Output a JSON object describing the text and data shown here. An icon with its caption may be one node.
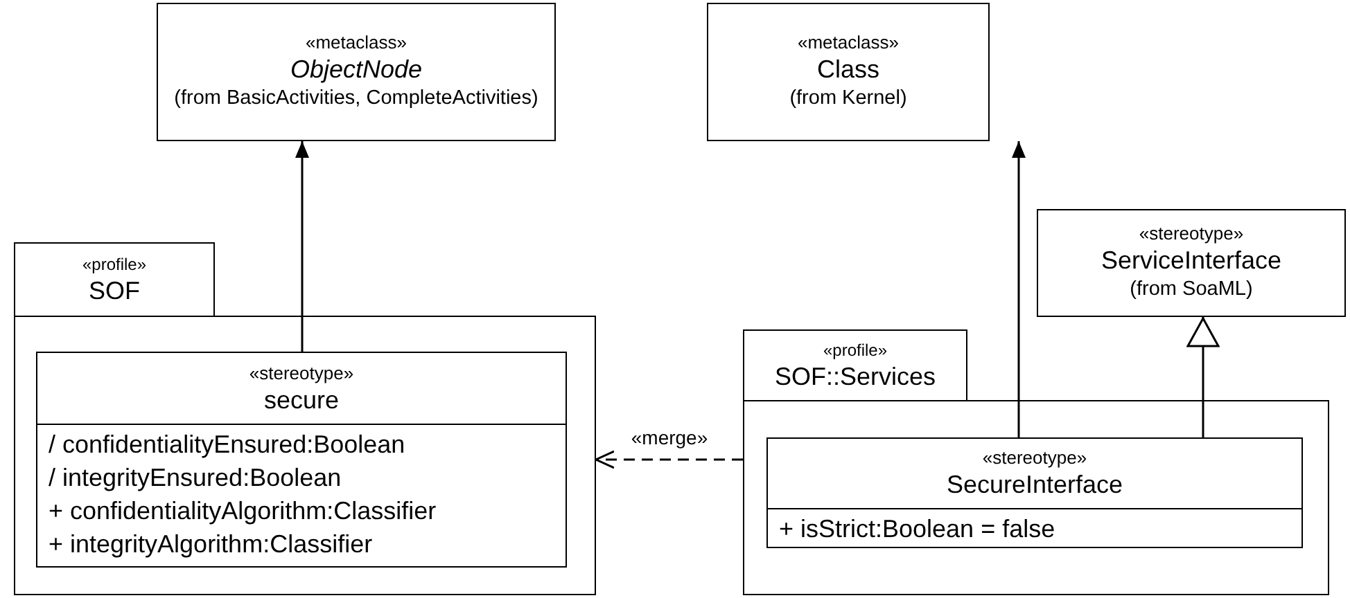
{
  "diagram": {
    "nodes": [
      {
        "text": [
          "«metaclass»",
          "ObjectNode",
          "(from BasicActivities, CompleteActivities)"
        ]
      },
      {
        "text": [
          "«metaclass»",
          "Class",
          "(from Kernel)"
        ]
      },
      {
        "text": [
          "«profile»",
          "SOF"
        ]
      },
      {
        "in": 2,
        "text": [
          "«stereotype»",
          "secure",
          "/ confidentialityEnsured:Boolean",
          "/ integrityEnsured:Boolean",
          "+ confidentialityAlgorithm:Classifier",
          "+ integrityAlgorithm:Classifier"
        ]
      },
      {
        "text": [
          "«stereotype»",
          "ServiceInterface",
          "(from SoaML)"
        ]
      },
      {
        "text": [
          "«profile»",
          "SOF::Services"
        ]
      },
      {
        "in": 5,
        "text": [
          "«stereotype»",
          "SecureInterface",
          "+ isStrict:Boolean = false"
        ]
      }
    ],
    "edges": [
      {
        "from": 3,
        "to": 0,
        "arrow": "to"
      },
      {
        "from": 6,
        "to": 1,
        "arrow": "to"
      },
      {
        "from": 6,
        "to": 4,
        "arrow": "to"
      },
      {
        "from": 5,
        "to": 2,
        "arrow": "to",
        "style": "dashed",
        "label": "«merge»"
      }
    ]
  }
}
